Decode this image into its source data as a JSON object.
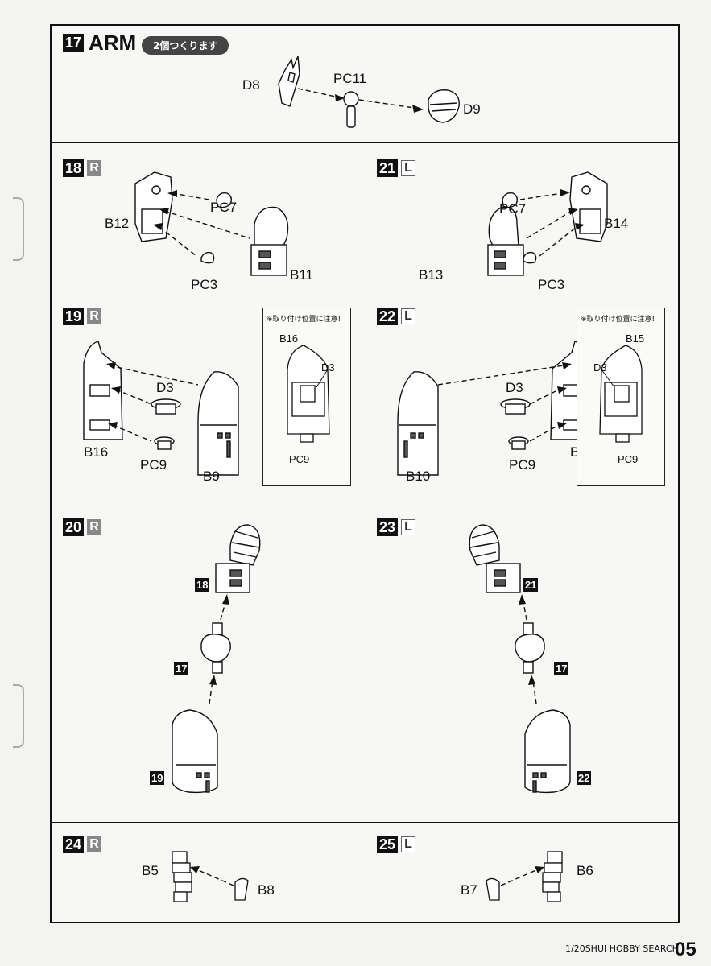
{
  "step17": {
    "num": "17",
    "title": "ARM",
    "note": "2個つくります",
    "parts": {
      "d8": "D8",
      "pc11": "PC11",
      "d9": "D9"
    }
  },
  "step18": {
    "num": "18",
    "side": "R",
    "parts": {
      "b12": "B12",
      "pc7": "PC7",
      "pc3": "PC3",
      "b11": "B11"
    }
  },
  "step21": {
    "num": "21",
    "side": "L",
    "parts": {
      "pc7": "PC7",
      "b14": "B14",
      "b13": "B13",
      "pc3": "PC3"
    }
  },
  "step19": {
    "num": "19",
    "side": "R",
    "parts": {
      "d3": "D3",
      "b16": "B16",
      "pc9": "PC9",
      "b9": "B9"
    },
    "inset": {
      "caution": "※取り付け位置に注意!",
      "b16": "B16",
      "d3": "D3",
      "pc9": "PC9"
    }
  },
  "step22": {
    "num": "22",
    "side": "L",
    "parts": {
      "d3": "D3",
      "b10": "B10",
      "pc9": "PC9",
      "b15": "B15"
    },
    "inset": {
      "caution": "※取り付け位置に注意!",
      "b15": "B15",
      "d3": "D3",
      "pc9": "PC9"
    }
  },
  "step20": {
    "num": "20",
    "side": "R",
    "refs": {
      "a": "18",
      "b": "17",
      "c": "19"
    }
  },
  "step23": {
    "num": "23",
    "side": "L",
    "refs": {
      "a": "21",
      "b": "17",
      "c": "22"
    }
  },
  "step24": {
    "num": "24",
    "side": "R",
    "parts": {
      "b5": "B5",
      "b8": "B8"
    }
  },
  "step25": {
    "num": "25",
    "side": "L",
    "parts": {
      "b6": "B6",
      "b7": "B7"
    }
  },
  "footer": {
    "text": "1/20SHUI HOBBY SEARCH",
    "page": "05"
  }
}
